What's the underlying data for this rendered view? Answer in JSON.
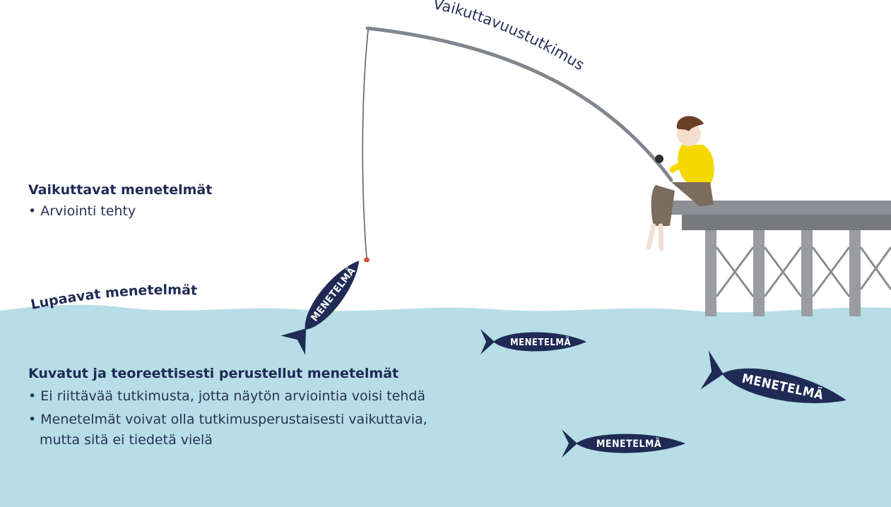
{
  "rod_label": "Vaikuttavuustutkimus",
  "levels": {
    "effective": {
      "title": "Vaikuttavat menetelmät",
      "bullets": [
        "• Arviointi tehty"
      ]
    },
    "promising": {
      "title": "Lupaavat menetelmät"
    },
    "described": {
      "title": "Kuvatut ja teoreettisesti perustellut menetelmät",
      "bullets": [
        "• Ei riittävää tutkimusta, jotta näytön arviointia voisi tehdä",
        "• Menetelmät voivat olla tutkimusperustaisesti vaikuttavia,",
        "mutta sitä ei tiedetä vielä"
      ]
    }
  },
  "fish": [
    {
      "label": "MENETELMÄ"
    },
    {
      "label": "MENETELMÄ"
    },
    {
      "label": "MENETELMÄ"
    },
    {
      "label": "MENETELMÄ"
    }
  ],
  "colors": {
    "water": "#b7dde6",
    "fish": "#1f2a55",
    "text": "#1f2a55",
    "rod": "#7f868e",
    "pier": "#8a8d91",
    "shirt": "#f5d800",
    "hair": "#6b3f24"
  }
}
